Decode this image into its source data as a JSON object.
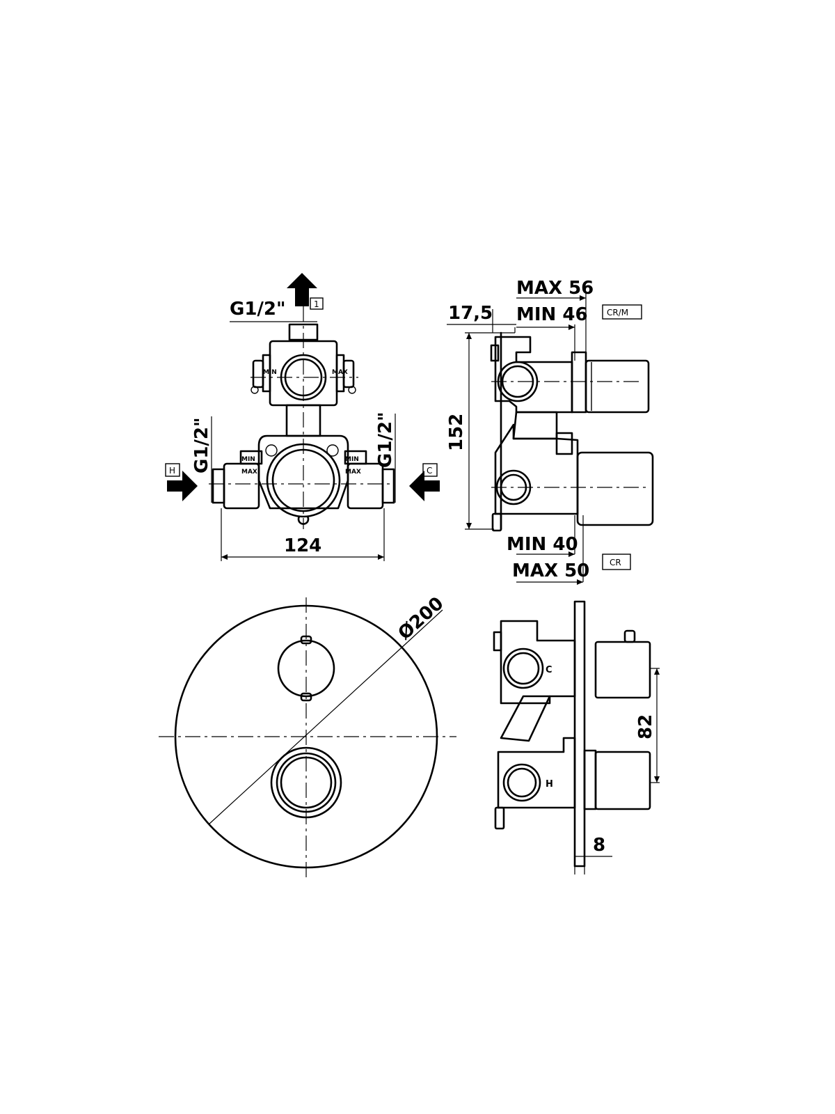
{
  "front_top": {
    "outlet_thread": "G1/2\"",
    "outlet_tag": "1",
    "hot_thread": "G1/2\"",
    "cold_thread": "G1/2\"",
    "hot_tag": "H",
    "cold_tag": "C",
    "width_dim": "124",
    "stamp_max": "MAX",
    "stamp_min": "MIN"
  },
  "side_top": {
    "max_56": "MAX 56",
    "min_46": "MIN 46",
    "offset": "17,5",
    "height": "152",
    "min_40": "MIN 40",
    "max_50": "MAX 50",
    "tag_crm": "CR/M",
    "tag_cr": "CR"
  },
  "front_plate": {
    "diameter": "Ø200"
  },
  "side_bottom": {
    "spacing": "82",
    "thickness": "8",
    "mark_c": "C",
    "mark_h": "H"
  }
}
